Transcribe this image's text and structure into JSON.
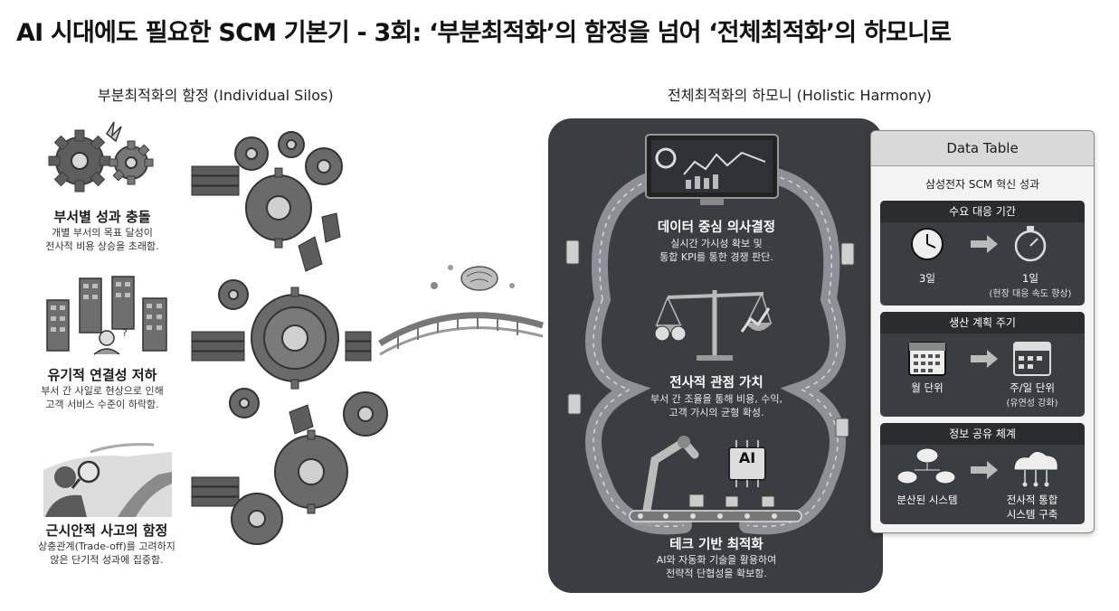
{
  "title": "AI 시대에도 필요한 SCM 기본기 - 3회: ‘부분최적화’의 함정을 넘어 ‘전체최적화’의 하모니로",
  "silos": {
    "title": "부분최적화의 함정 (Individual Silos)",
    "items": [
      {
        "title": "부서별 성과 충돌",
        "desc1": "개별 부서의 목표 달성이",
        "desc2": "전사적 비용 상승을 초래함."
      },
      {
        "title": "유기적 연결성 저하",
        "desc1": "부서 간 사일로 현상으로 인해",
        "desc2": "고객 서비스 수준이 하락함."
      },
      {
        "title": "근시안적 사고의 함정",
        "desc1": "상충관계(Trade-off)를 고려하지",
        "desc2": "않은 단기적 성과에 집중함."
      }
    ]
  },
  "harmony": {
    "title": "전체최적화의 하모니 (Holistic Harmony)",
    "items": [
      {
        "title": "데이터 중심 의사결정",
        "desc1": "실시간 가시성 확보 및",
        "desc2": "통합 KPI를 통한 경쟁 판단."
      },
      {
        "title": "전사적 관점 가치",
        "desc1": "부서 간 조율을 통해 비용, 수익,",
        "desc2": "고객 가시의 균형 확성."
      },
      {
        "title": "테크 기반 최적화",
        "desc1": "AI와 자동화 기술을 활용하여",
        "desc2": "전략적 단협성을 확보함."
      }
    ],
    "ai_chip_label": "AI"
  },
  "data_table": {
    "header": "Data Table",
    "subtitle": "삼성전자 SCM 혁신 성과",
    "rows": [
      {
        "head": "수요 대응 기간",
        "before": "3일",
        "after": "1일",
        "note": "(현장 대응 속도 향상)"
      },
      {
        "head": "생산 계획 주기",
        "before": "월 단위",
        "after": "주/일 단위",
        "note": "(유연성 강화)"
      },
      {
        "head": "정보 공유 체계",
        "before": "분산된 시스템",
        "after": "전사적 통합",
        "after2": "시스템 구축"
      }
    ]
  },
  "colors": {
    "panel": "#3a3d42",
    "gear": "#6b6b6b",
    "brick": "#5a5a5a",
    "road": "#8d9096"
  }
}
